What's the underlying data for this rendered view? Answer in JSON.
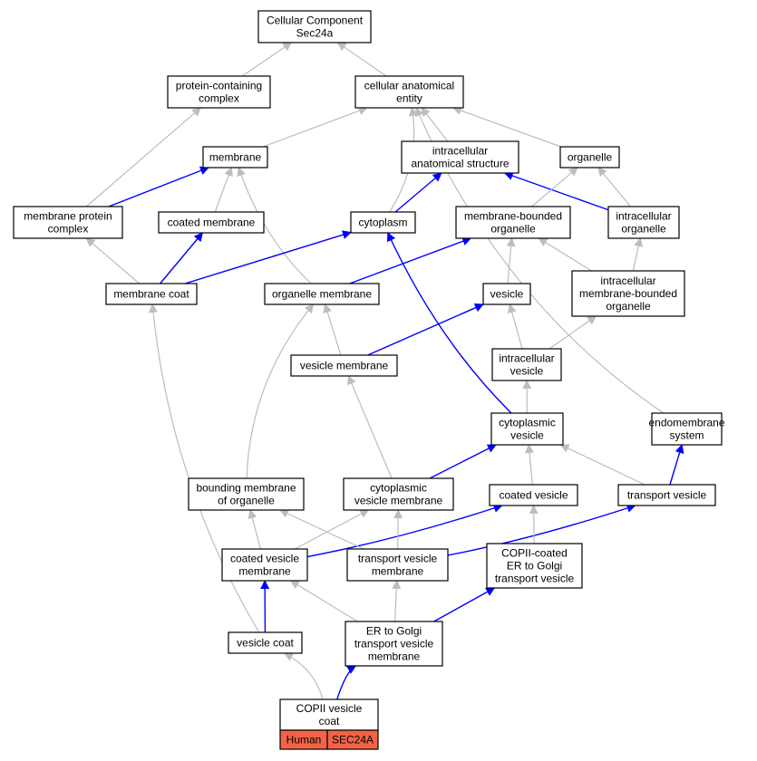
{
  "colors": {
    "is_a": "#bdbdbd",
    "part_of": "#0000ff",
    "species_fill": "#f36347"
  },
  "nodes": [
    {
      "id": "root",
      "lines": [
        "Cellular Component",
        "Sec24a"
      ]
    },
    {
      "id": "protein_complex",
      "lines": [
        "protein-containing",
        "complex"
      ]
    },
    {
      "id": "cellular_entity",
      "lines": [
        "cellular anatomical",
        "entity"
      ]
    },
    {
      "id": "membrane",
      "lines": [
        "membrane"
      ]
    },
    {
      "id": "intracellular_structure",
      "lines": [
        "intracellular",
        "anatomical structure"
      ]
    },
    {
      "id": "organelle",
      "lines": [
        "organelle"
      ]
    },
    {
      "id": "membrane_protein_complex",
      "lines": [
        "membrane protein",
        "complex"
      ]
    },
    {
      "id": "coated_membrane",
      "lines": [
        "coated membrane"
      ]
    },
    {
      "id": "cytoplasm",
      "lines": [
        "cytoplasm"
      ]
    },
    {
      "id": "membrane_bounded_organelle",
      "lines": [
        "membrane-bounded",
        "organelle"
      ]
    },
    {
      "id": "intracellular_organelle",
      "lines": [
        "intracellular",
        "organelle"
      ]
    },
    {
      "id": "membrane_coat",
      "lines": [
        "membrane coat"
      ]
    },
    {
      "id": "organelle_membrane",
      "lines": [
        "organelle membrane"
      ]
    },
    {
      "id": "vesicle",
      "lines": [
        "vesicle"
      ]
    },
    {
      "id": "intracellular_mb_organelle",
      "lines": [
        "intracellular",
        "membrane-bounded",
        "organelle"
      ]
    },
    {
      "id": "vesicle_membrane",
      "lines": [
        "vesicle membrane"
      ]
    },
    {
      "id": "intracellular_vesicle",
      "lines": [
        "intracellular",
        "vesicle"
      ]
    },
    {
      "id": "cytoplasmic_vesicle",
      "lines": [
        "cytoplasmic",
        "vesicle"
      ]
    },
    {
      "id": "endomembrane_system",
      "lines": [
        "endomembrane",
        "system"
      ]
    },
    {
      "id": "bounding_membrane",
      "lines": [
        "bounding membrane",
        "of organelle"
      ]
    },
    {
      "id": "cytoplasmic_vesicle_membrane",
      "lines": [
        "cytoplasmic",
        "vesicle membrane"
      ]
    },
    {
      "id": "coated_vesicle",
      "lines": [
        "coated vesicle"
      ]
    },
    {
      "id": "transport_vesicle",
      "lines": [
        "transport vesicle"
      ]
    },
    {
      "id": "coated_vesicle_membrane",
      "lines": [
        "coated vesicle",
        "membrane"
      ]
    },
    {
      "id": "transport_vesicle_membrane",
      "lines": [
        "transport vesicle",
        "membrane"
      ]
    },
    {
      "id": "copii_vesicle",
      "lines": [
        "COPII-coated",
        "ER to Golgi",
        "transport vesicle"
      ]
    },
    {
      "id": "vesicle_coat",
      "lines": [
        "vesicle coat"
      ]
    },
    {
      "id": "er_golgi_membrane",
      "lines": [
        "ER to Golgi",
        "transport vesicle",
        "membrane"
      ]
    },
    {
      "id": "copii_coat",
      "lines": [
        "COPII vesicle",
        "coat"
      ]
    }
  ],
  "species_labels": [
    "Human",
    "SEC24A"
  ],
  "edges": [
    {
      "from": "protein_complex",
      "to": "root",
      "type": "is_a"
    },
    {
      "from": "cellular_entity",
      "to": "root",
      "type": "is_a"
    },
    {
      "from": "membrane",
      "to": "cellular_entity",
      "type": "is_a"
    },
    {
      "from": "intracellular_structure",
      "to": "cellular_entity",
      "type": "is_a"
    },
    {
      "from": "organelle",
      "to": "cellular_entity",
      "type": "is_a"
    },
    {
      "from": "cytoplasm",
      "to": "cellular_entity",
      "type": "is_a"
    },
    {
      "from": "endomembrane_system",
      "to": "cellular_entity",
      "type": "is_a"
    },
    {
      "from": "membrane_protein_complex",
      "to": "protein_complex",
      "type": "is_a"
    },
    {
      "from": "membrane_protein_complex",
      "to": "membrane",
      "type": "part_of"
    },
    {
      "from": "coated_membrane",
      "to": "membrane",
      "type": "is_a"
    },
    {
      "from": "organelle_membrane",
      "to": "membrane",
      "type": "is_a"
    },
    {
      "from": "cytoplasm",
      "to": "intracellular_structure",
      "type": "part_of"
    },
    {
      "from": "intracellular_organelle",
      "to": "intracellular_structure",
      "type": "part_of"
    },
    {
      "from": "membrane_bounded_organelle",
      "to": "organelle",
      "type": "is_a"
    },
    {
      "from": "intracellular_organelle",
      "to": "organelle",
      "type": "is_a"
    },
    {
      "from": "membrane_coat",
      "to": "membrane_protein_complex",
      "type": "is_a"
    },
    {
      "from": "membrane_coat",
      "to": "coated_membrane",
      "type": "part_of"
    },
    {
      "from": "membrane_coat",
      "to": "cytoplasm",
      "type": "part_of"
    },
    {
      "from": "organelle_membrane",
      "to": "membrane_bounded_organelle",
      "type": "part_of"
    },
    {
      "from": "intracellular_mb_organelle",
      "to": "membrane_bounded_organelle",
      "type": "is_a"
    },
    {
      "from": "intracellular_mb_organelle",
      "to": "intracellular_organelle",
      "type": "is_a"
    },
    {
      "from": "vesicle",
      "to": "membrane_bounded_organelle",
      "type": "is_a"
    },
    {
      "from": "vesicle_membrane",
      "to": "organelle_membrane",
      "type": "is_a"
    },
    {
      "from": "vesicle_membrane",
      "to": "vesicle",
      "type": "part_of"
    },
    {
      "from": "intracellular_vesicle",
      "to": "vesicle",
      "type": "is_a"
    },
    {
      "from": "intracellular_vesicle",
      "to": "intracellular_mb_organelle",
      "type": "is_a"
    },
    {
      "from": "cytoplasmic_vesicle",
      "to": "intracellular_vesicle",
      "type": "is_a"
    },
    {
      "from": "cytoplasmic_vesicle",
      "to": "cytoplasm",
      "type": "part_of"
    },
    {
      "from": "bounding_membrane",
      "to": "organelle_membrane",
      "type": "is_a"
    },
    {
      "from": "cytoplasmic_vesicle_membrane",
      "to": "vesicle_membrane",
      "type": "is_a"
    },
    {
      "from": "cytoplasmic_vesicle_membrane",
      "to": "cytoplasmic_vesicle",
      "type": "part_of"
    },
    {
      "from": "coated_vesicle",
      "to": "cytoplasmic_vesicle",
      "type": "is_a"
    },
    {
      "from": "transport_vesicle",
      "to": "cytoplasmic_vesicle",
      "type": "is_a"
    },
    {
      "from": "transport_vesicle",
      "to": "endomembrane_system",
      "type": "part_of"
    },
    {
      "from": "coated_vesicle_membrane",
      "to": "bounding_membrane",
      "type": "is_a"
    },
    {
      "from": "coated_vesicle_membrane",
      "to": "cytoplasmic_vesicle_membrane",
      "type": "is_a"
    },
    {
      "from": "coated_vesicle_membrane",
      "to": "coated_vesicle",
      "type": "part_of"
    },
    {
      "from": "transport_vesicle_membrane",
      "to": "bounding_membrane",
      "type": "is_a"
    },
    {
      "from": "transport_vesicle_membrane",
      "to": "cytoplasmic_vesicle_membrane",
      "type": "is_a"
    },
    {
      "from": "transport_vesicle_membrane",
      "to": "transport_vesicle",
      "type": "part_of"
    },
    {
      "from": "copii_vesicle",
      "to": "coated_vesicle",
      "type": "is_a"
    },
    {
      "from": "vesicle_coat",
      "to": "membrane_coat",
      "type": "is_a"
    },
    {
      "from": "vesicle_coat",
      "to": "coated_vesicle_membrane",
      "type": "part_of"
    },
    {
      "from": "er_golgi_membrane",
      "to": "coated_vesicle_membrane",
      "type": "is_a"
    },
    {
      "from": "er_golgi_membrane",
      "to": "transport_vesicle_membrane",
      "type": "is_a"
    },
    {
      "from": "er_golgi_membrane",
      "to": "copii_vesicle",
      "type": "part_of"
    },
    {
      "from": "copii_coat",
      "to": "vesicle_coat",
      "type": "is_a"
    },
    {
      "from": "copii_coat",
      "to": "er_golgi_membrane",
      "type": "part_of"
    }
  ]
}
